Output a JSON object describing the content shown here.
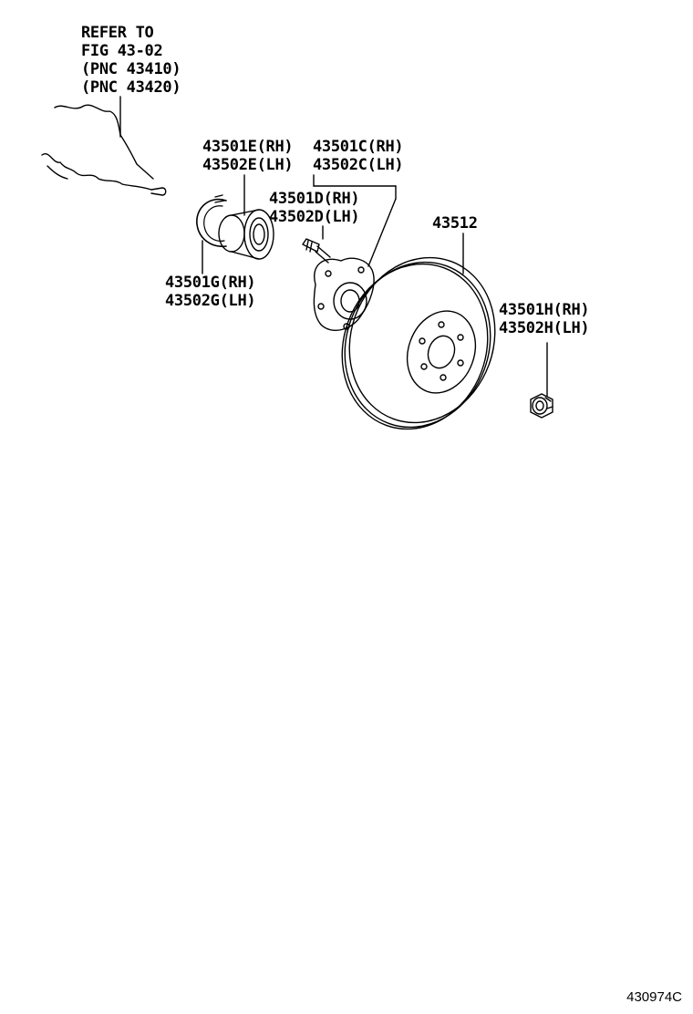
{
  "callouts": {
    "refer": [
      "REFER TO",
      "FIG 43-02",
      "(PNC 43410)",
      "(PNC 43420)"
    ],
    "bearing": [
      "43501E(RH)",
      "43502E(LH)"
    ],
    "hub": [
      "43501C(RH)",
      "43502C(LH)"
    ],
    "bolt": [
      "43501D(RH)",
      "43502D(LH)"
    ],
    "rotor": [
      "43512"
    ],
    "snap_ring": [
      "43501G(RH)",
      "43502G(LH)"
    ],
    "nut": [
      "43501H(RH)",
      "43502H(LH)"
    ]
  },
  "figure_id": "430974C"
}
